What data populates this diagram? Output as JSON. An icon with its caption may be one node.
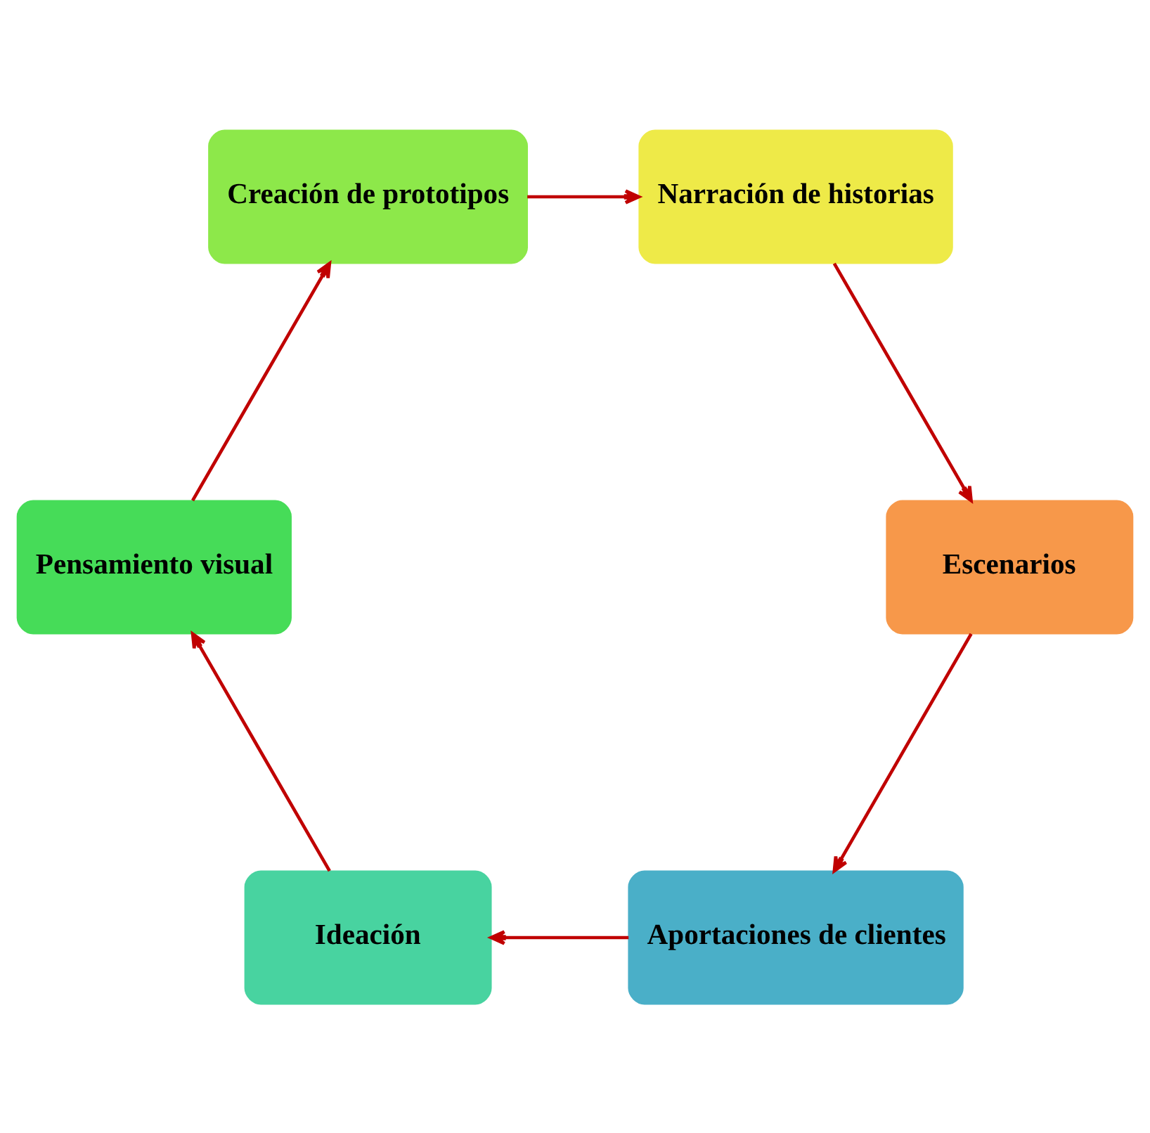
{
  "diagram": {
    "nodes": [
      {
        "text": [
          "Aportaciones de clientes"
        ]
      },
      {
        "text": [
          "Ideación"
        ]
      },
      {
        "text": [
          "Pensamiento visual"
        ]
      },
      {
        "text": [
          "Creación de prototipos"
        ]
      },
      {
        "text": [
          "Narración de historias"
        ]
      },
      {
        "text": [
          "Escenarios"
        ]
      }
    ],
    "edges": [
      {
        "from": 0,
        "to": 1,
        "arrow": "to"
      },
      {
        "from": 1,
        "to": 2,
        "arrow": "to"
      },
      {
        "from": 2,
        "to": 3,
        "arrow": "to"
      },
      {
        "from": 3,
        "to": 4,
        "arrow": "to"
      },
      {
        "from": 4,
        "to": 5,
        "arrow": "to"
      },
      {
        "from": 5,
        "to": 0,
        "arrow": "to"
      }
    ]
  }
}
